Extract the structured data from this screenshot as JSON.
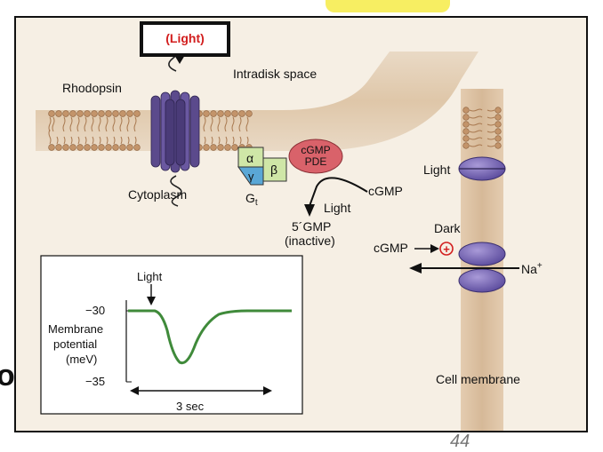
{
  "diagram": {
    "light_callout": "(Light)",
    "rhodopsin_label": "Rhodopsin",
    "intradisk_label": "Intradisk space",
    "cytoplasm_label": "Cytoplasm",
    "gt_alpha": "α",
    "gt_beta": "β",
    "gt_gamma": "γ",
    "gt_label": "G",
    "gt_subscript": "t",
    "pde_line1": "cGMP",
    "pde_line2": "PDE",
    "cgmp_label": "cGMP",
    "light_arrow_label": "Light",
    "product_line1": "5´GMP",
    "product_line2": "(inactive)",
    "channel_light_label": "Light",
    "channel_dark_label": "Dark",
    "channel_cgmp_label": "cGMP",
    "plus_sign": "+",
    "na_label": "Na",
    "na_superscript": "+",
    "cell_membrane_label": "Cell membrane"
  },
  "inset_graph": {
    "light_label": "Light",
    "tick_top": "−30",
    "tick_bottom": "−35",
    "ylabel_line1": "Membrane",
    "ylabel_line2": "potential",
    "ylabel_line3": "(meV)",
    "time_label": "3 sec",
    "trace_color": "#3f8a3a"
  },
  "page": {
    "page_number": "44",
    "cut_char": "o"
  },
  "colors": {
    "membrane": "#c79a6e",
    "rhodopsin": "#5b4a8c",
    "alpha_box": "#cfe6a7",
    "beta_box": "#cfe6a7",
    "gamma_box": "#5aa7d6",
    "pde": "#d9626a",
    "channel": "#6f5fb4",
    "callout_red": "#d21e1e"
  }
}
